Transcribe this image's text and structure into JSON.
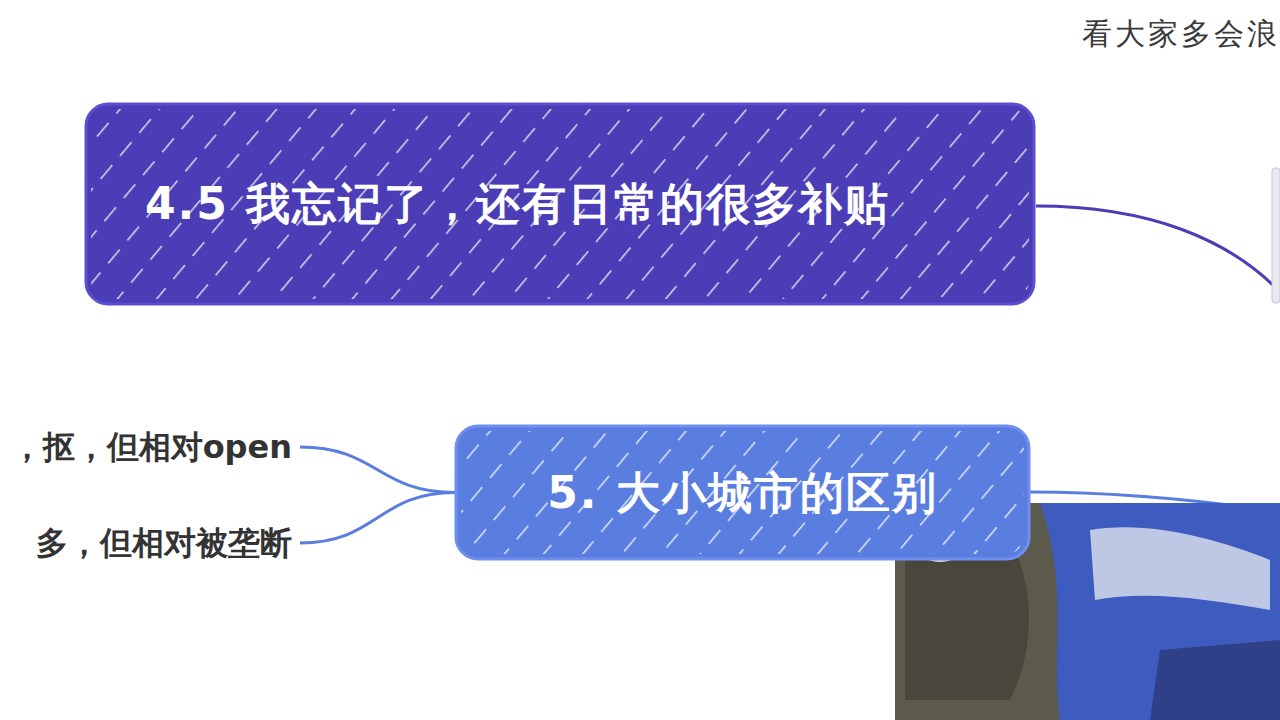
{
  "diagram": {
    "nodes": [
      {
        "text": [
          "4.5 我忘记了，还有日常的很多补贴"
        ]
      },
      {
        "text": [
          "5. 大小城市的区别"
        ]
      },
      {
        "text": [
          "，抠，但相对open"
        ]
      },
      {
        "text": [
          "多，但相对被垄断"
        ]
      }
    ],
    "edges": [
      {
        "from": 1,
        "to": 2,
        "arrow": "none"
      },
      {
        "from": 1,
        "to": 3,
        "arrow": "none"
      }
    ],
    "labels": [
      "看大家多会浪"
    ]
  }
}
